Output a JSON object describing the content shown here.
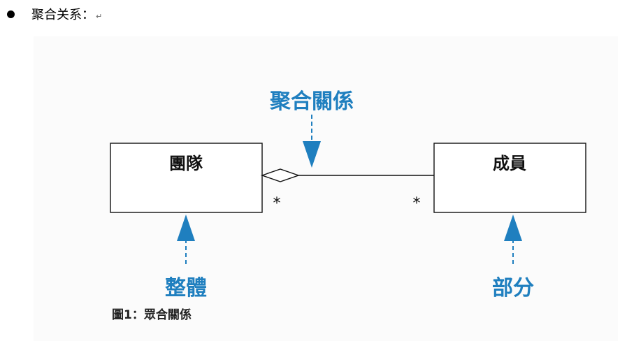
{
  "bullet": {
    "text": "聚合关系：",
    "return_mark": "↵"
  },
  "diagram": {
    "title_label": "聚合關係",
    "whole_box": {
      "label": "團隊"
    },
    "part_box": {
      "label": "成員"
    },
    "whole_multiplicity": "*",
    "part_multiplicity": "*",
    "whole_annotation": "整體",
    "part_annotation": "部分",
    "caption": "圖1：眾合關係",
    "colors": {
      "accent": "#1f7fbf",
      "line": "#111111",
      "background": "#fbfbfb"
    }
  }
}
